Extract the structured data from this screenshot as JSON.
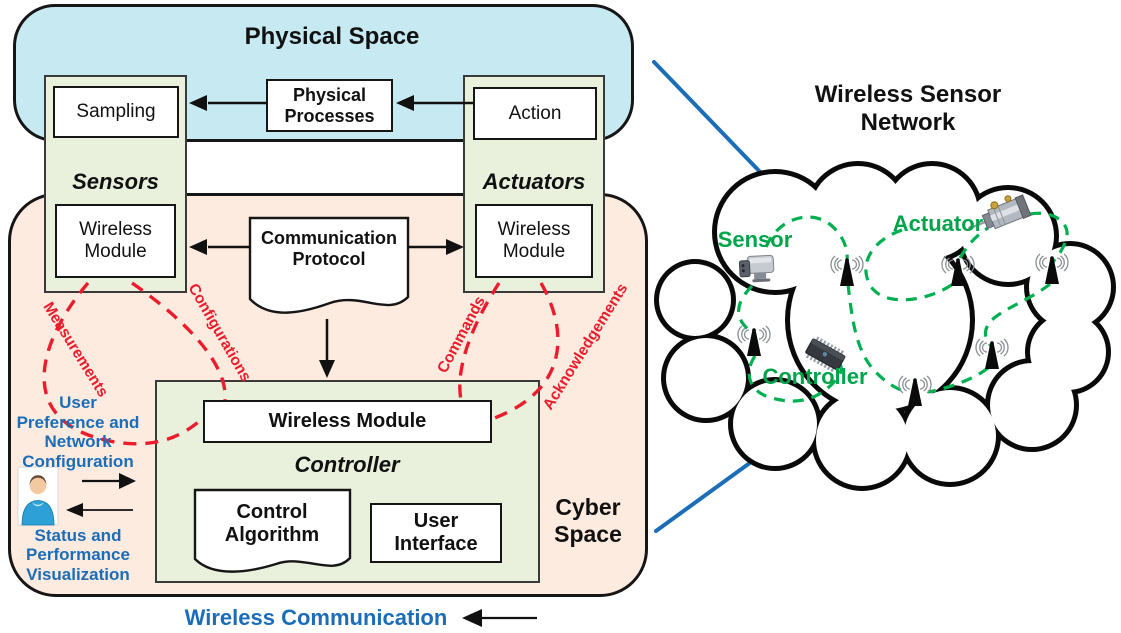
{
  "physical_space": {
    "title": "Physical Space",
    "sampling": "Sampling",
    "physical_processes": "Physical Processes",
    "action": "Action"
  },
  "sensors": {
    "label": "Sensors",
    "wireless_module": "Wireless Module"
  },
  "actuators": {
    "label": "Actuators",
    "wireless_module": "Wireless Module"
  },
  "cyber_space": {
    "label": "Cyber Space",
    "communication_protocol": "Communication Protocol"
  },
  "controller": {
    "label": "Controller",
    "wireless_module": "Wireless Module",
    "control_algorithm": "Control Algorithm",
    "user_interface": "User Interface"
  },
  "flows": {
    "measurements": "Measurements",
    "configurations": "Configurations",
    "commands": "Commands",
    "acknowledgements": "Acknowledgements"
  },
  "user_io": {
    "input_label": "User Preference and Network Configuration",
    "output_label": "Status and Performance Visualization"
  },
  "footer": {
    "wireless_communication": "Wireless Communication"
  },
  "wsn": {
    "title": "Wireless Sensor Network",
    "nodes": {
      "sensor": "Sensor",
      "actuator": "Actuator",
      "controller": "Controller"
    }
  },
  "colors": {
    "physical_space_fill": "#c6e9f2",
    "cyber_space_fill": "#fdebdf",
    "module_fill": "#e9f1dd",
    "flow_red": "#ec1c2d",
    "network_green": "#00b050",
    "accent_blue": "#1b6db8"
  }
}
